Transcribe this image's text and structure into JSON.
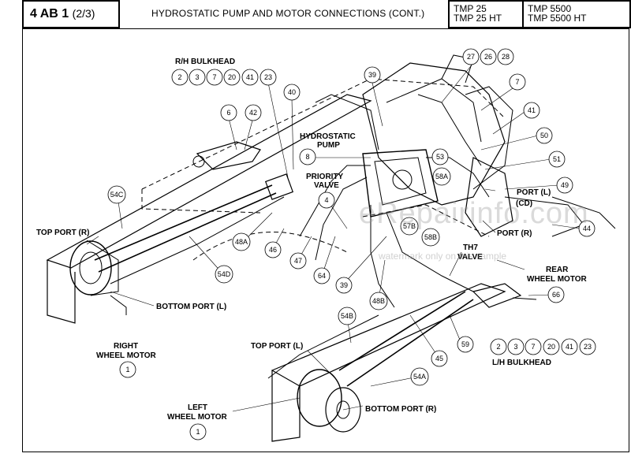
{
  "header": {
    "code_main": "4 AB 1",
    "code_sub": "(2/3)",
    "title": "HYDROSTATIC PUMP AND MOTOR CONNECTIONS (CONT.)",
    "models_left": [
      "TMP 25",
      "TMP 25 HT"
    ],
    "models_right": [
      "TMP 5500",
      "TMP 5500 HT"
    ]
  },
  "watermark": {
    "site": "eRepairinfo.com",
    "note": "watermark only on this sample"
  },
  "labels": {
    "rh_bulkhead": "R/H BULKHEAD",
    "lh_bulkhead": "L/H BULKHEAD",
    "hydro_pump_1": "HYDROSTATIC",
    "hydro_pump_2": "PUMP",
    "priority_1": "PRIORITY",
    "priority_2": "VALVE",
    "top_port_r": "TOP PORT (R)",
    "top_port_l": "TOP PORT (L)",
    "bottom_port_l": "BOTTOM PORT (L)",
    "bottom_port_r": "BOTTOM PORT (R)",
    "right_wheel_1": "RIGHT",
    "right_wheel_2": "WHEEL MOTOR",
    "left_wheel_1": "LEFT",
    "left_wheel_2": "WHEEL MOTOR",
    "port_l": "PORT (L)",
    "port_cd": "(CD)",
    "port_r": "PORT (R)",
    "rear_1": "REAR",
    "rear_2": "WHEEL MOTOR",
    "th7_1": "TH7",
    "th7_2": "VALVE"
  },
  "callouts": {
    "rh_bulkhead": [
      "2",
      "3",
      "7",
      "20",
      "41",
      "23"
    ],
    "lh_bulkhead": [
      "2",
      "3",
      "7",
      "20",
      "41",
      "23"
    ],
    "top_right": [
      "27",
      "26",
      "28"
    ],
    "c39a": "39",
    "c40": "40",
    "c6": "6",
    "c42": "42",
    "c7": "7",
    "c41": "41",
    "c50": "50",
    "c51": "51",
    "c49": "49",
    "c44": "44",
    "c53": "53",
    "c58a": "58A",
    "c8": "8",
    "c4": "4",
    "c54c": "54C",
    "c48a": "48A",
    "c46": "46",
    "c47": "47",
    "c54d": "54D",
    "c64": "64",
    "c39b": "39",
    "c57b": "57B",
    "c58b": "58B",
    "c48b": "48B",
    "c66": "66",
    "c54b": "54B",
    "c59": "59",
    "c45": "45",
    "c54a": "54A",
    "c1a": "1",
    "c1b": "1"
  }
}
